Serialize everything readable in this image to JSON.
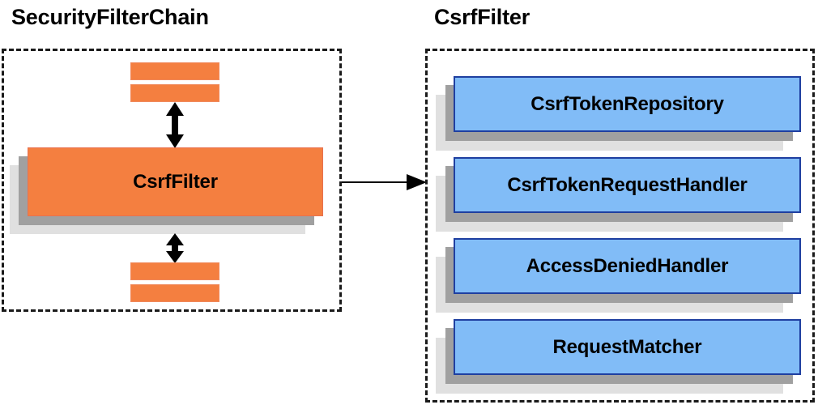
{
  "diagram": {
    "type": "component-collaboration-diagram",
    "background": "#ffffff",
    "colors": {
      "filter_orange": "#f47f40",
      "collaborator_blue": "#81bcf7",
      "collaborator_border": "#1f3fa0",
      "shadow_near": "#a0a0a0",
      "shadow_far": "#e0e0e0",
      "outline_dashed": "#1a1a1a"
    }
  },
  "left_panel": {
    "title": "SecurityFilterChain",
    "highlight_component": "CsrfFilter",
    "neighbor_filters_above": [
      "",
      ""
    ],
    "neighbor_filters_below": [
      "",
      ""
    ],
    "arrows": {
      "above": "double-headed-vertical",
      "below": "double-headed-vertical"
    }
  },
  "connector": {
    "label": "",
    "direction": "left-to-right",
    "style": "solid-single-arrow"
  },
  "right_panel": {
    "title": "CsrfFilter",
    "collaborators": [
      {
        "label": "CsrfTokenRepository"
      },
      {
        "label": "CsrfTokenRequestHandler"
      },
      {
        "label": "AccessDeniedHandler"
      },
      {
        "label": "RequestMatcher"
      }
    ]
  }
}
